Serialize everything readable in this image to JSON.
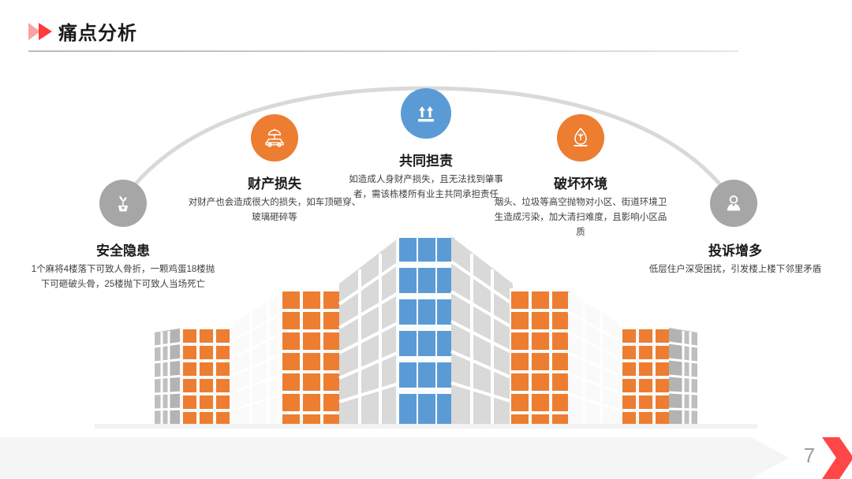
{
  "header": {
    "title": "痛点分析",
    "arrow_icon_pale": "triangle-right-icon",
    "arrow_icon_bright": "triangle-right-icon"
  },
  "colors": {
    "orange": "#ED7D31",
    "blue": "#5B9BD5",
    "gray": "#A6A6A6",
    "light_gray": "#D9D9D9",
    "arc": "#D9D9D9",
    "red": "#FF4747",
    "pale_red": "#F9A3A3",
    "footer_band": "#F5F5F5"
  },
  "nodes": [
    {
      "id": "node-1",
      "icon": "potted-plant-icon",
      "circle_color": "#A6A6A6",
      "title": "安全隐患",
      "desc": "1个麻将4楼落下可致人骨折，一颗鸡蛋18楼抛下可砸破头骨，25楼抛下可致人当场死亡"
    },
    {
      "id": "node-2",
      "icon": "car-umbrella-icon",
      "circle_color": "#ED7D31",
      "title": "财产损失",
      "desc": "对财产也会造成很大的损失，如车顶砸穿、玻璃砸碎等"
    },
    {
      "id": "node-3",
      "icon": "double-up-arrows-icon",
      "circle_color": "#5B9BD5",
      "title": "共同担责",
      "desc": "如造成人身财产损失，且无法找到肇事者，需该栋楼所有业主共同承担责任"
    },
    {
      "id": "node-4",
      "icon": "flame-leaf-icon",
      "circle_color": "#ED7D31",
      "title": "破坏环境",
      "desc": "烟头、垃圾等高空抛物对小区、街道环境卫生造成污染，加大清扫难度，且影响小区品质"
    },
    {
      "id": "node-5",
      "icon": "person-icon",
      "circle_color": "#A6A6A6",
      "title": "投诉增多",
      "desc": "低层住户深受困扰，引发楼上楼下邻里矛盾"
    }
  ],
  "city_illustration": {
    "name": "city-skyline-illustration",
    "buildings": [
      {
        "name": "building-far-left",
        "window_color": "#ED7D31",
        "cols": 3,
        "rows": 6
      },
      {
        "name": "building-mid-left",
        "window_color": "#ED7D31",
        "cols": 3,
        "rows": 7
      },
      {
        "name": "building-center",
        "window_color": "#5B9BD5",
        "cols": 3,
        "rows": 6
      },
      {
        "name": "building-mid-right",
        "window_color": "#ED7D31",
        "cols": 3,
        "rows": 7
      },
      {
        "name": "building-far-right",
        "window_color": "#ED7D31",
        "cols": 3,
        "rows": 6
      }
    ]
  },
  "footer": {
    "page_number": "7"
  }
}
